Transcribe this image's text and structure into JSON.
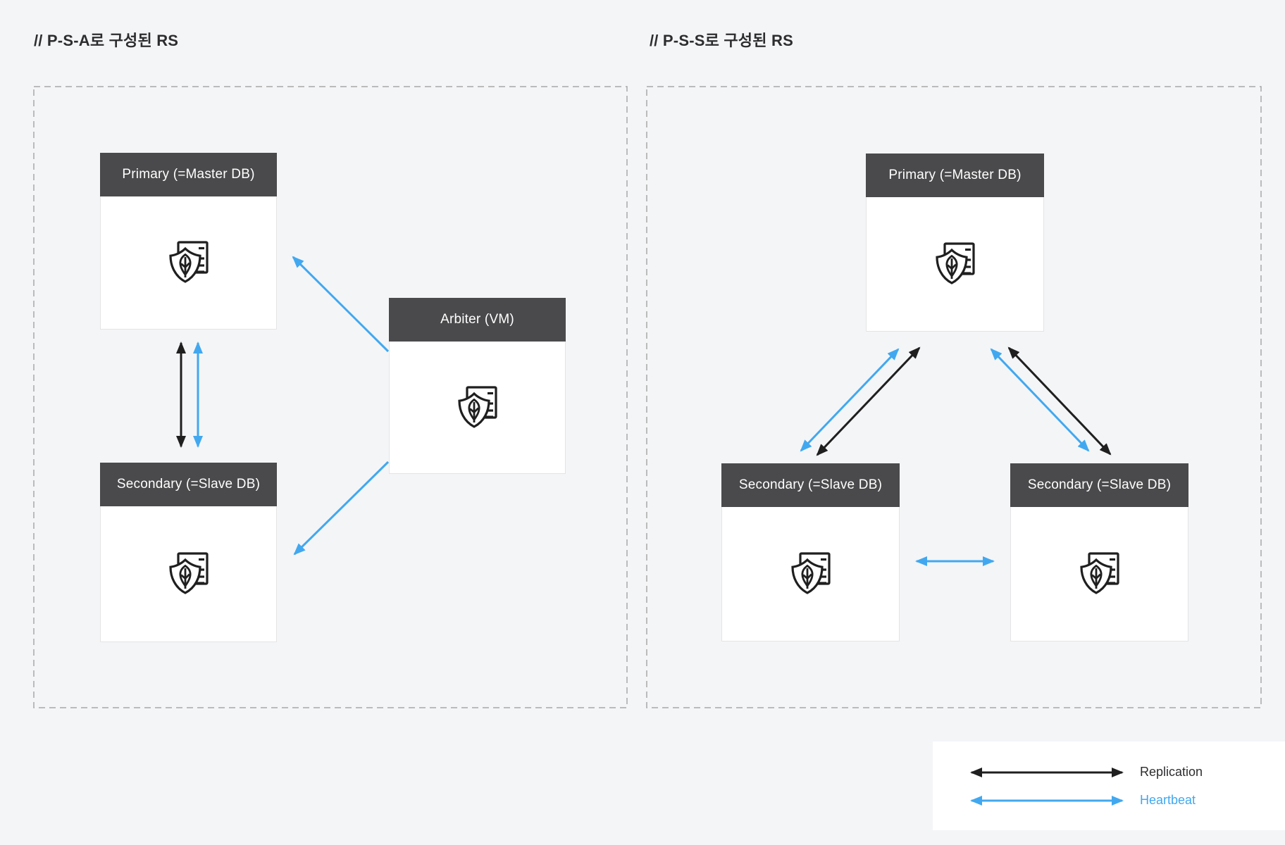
{
  "panels": {
    "psa": {
      "title": "// P-S-A로 구성된 RS",
      "nodes": {
        "primary": {
          "label": "Primary (=Master DB)",
          "icon": "mongodb-server-icon"
        },
        "secondary": {
          "label": "Secondary (=Slave DB)",
          "icon": "mongodb-server-icon"
        },
        "arbiter": {
          "label": "Arbiter (VM)",
          "icon": "mongodb-server-icon"
        }
      }
    },
    "pss": {
      "title": "// P-S-S로 구성된 RS",
      "nodes": {
        "primary": {
          "label": "Primary (=Master DB)",
          "icon": "mongodb-server-icon"
        },
        "secondary_left": {
          "label": "Secondary (=Slave DB)",
          "icon": "mongodb-server-icon"
        },
        "secondary_right": {
          "label": "Secondary (=Slave DB)",
          "icon": "mongodb-server-icon"
        }
      }
    }
  },
  "legend": {
    "replication_label": "Replication",
    "heartbeat_label": "Heartbeat"
  },
  "colors": {
    "background": "#f4f5f7",
    "node_header_bg": "#4a4a4c",
    "node_header_text": "#ffffff",
    "node_body_bg": "#ffffff",
    "panel_dashed_border": "#a8a8a8",
    "replication_arrow": "#1f1f1f",
    "heartbeat_arrow": "#41a8f0",
    "title_text": "#2d2d2f"
  }
}
